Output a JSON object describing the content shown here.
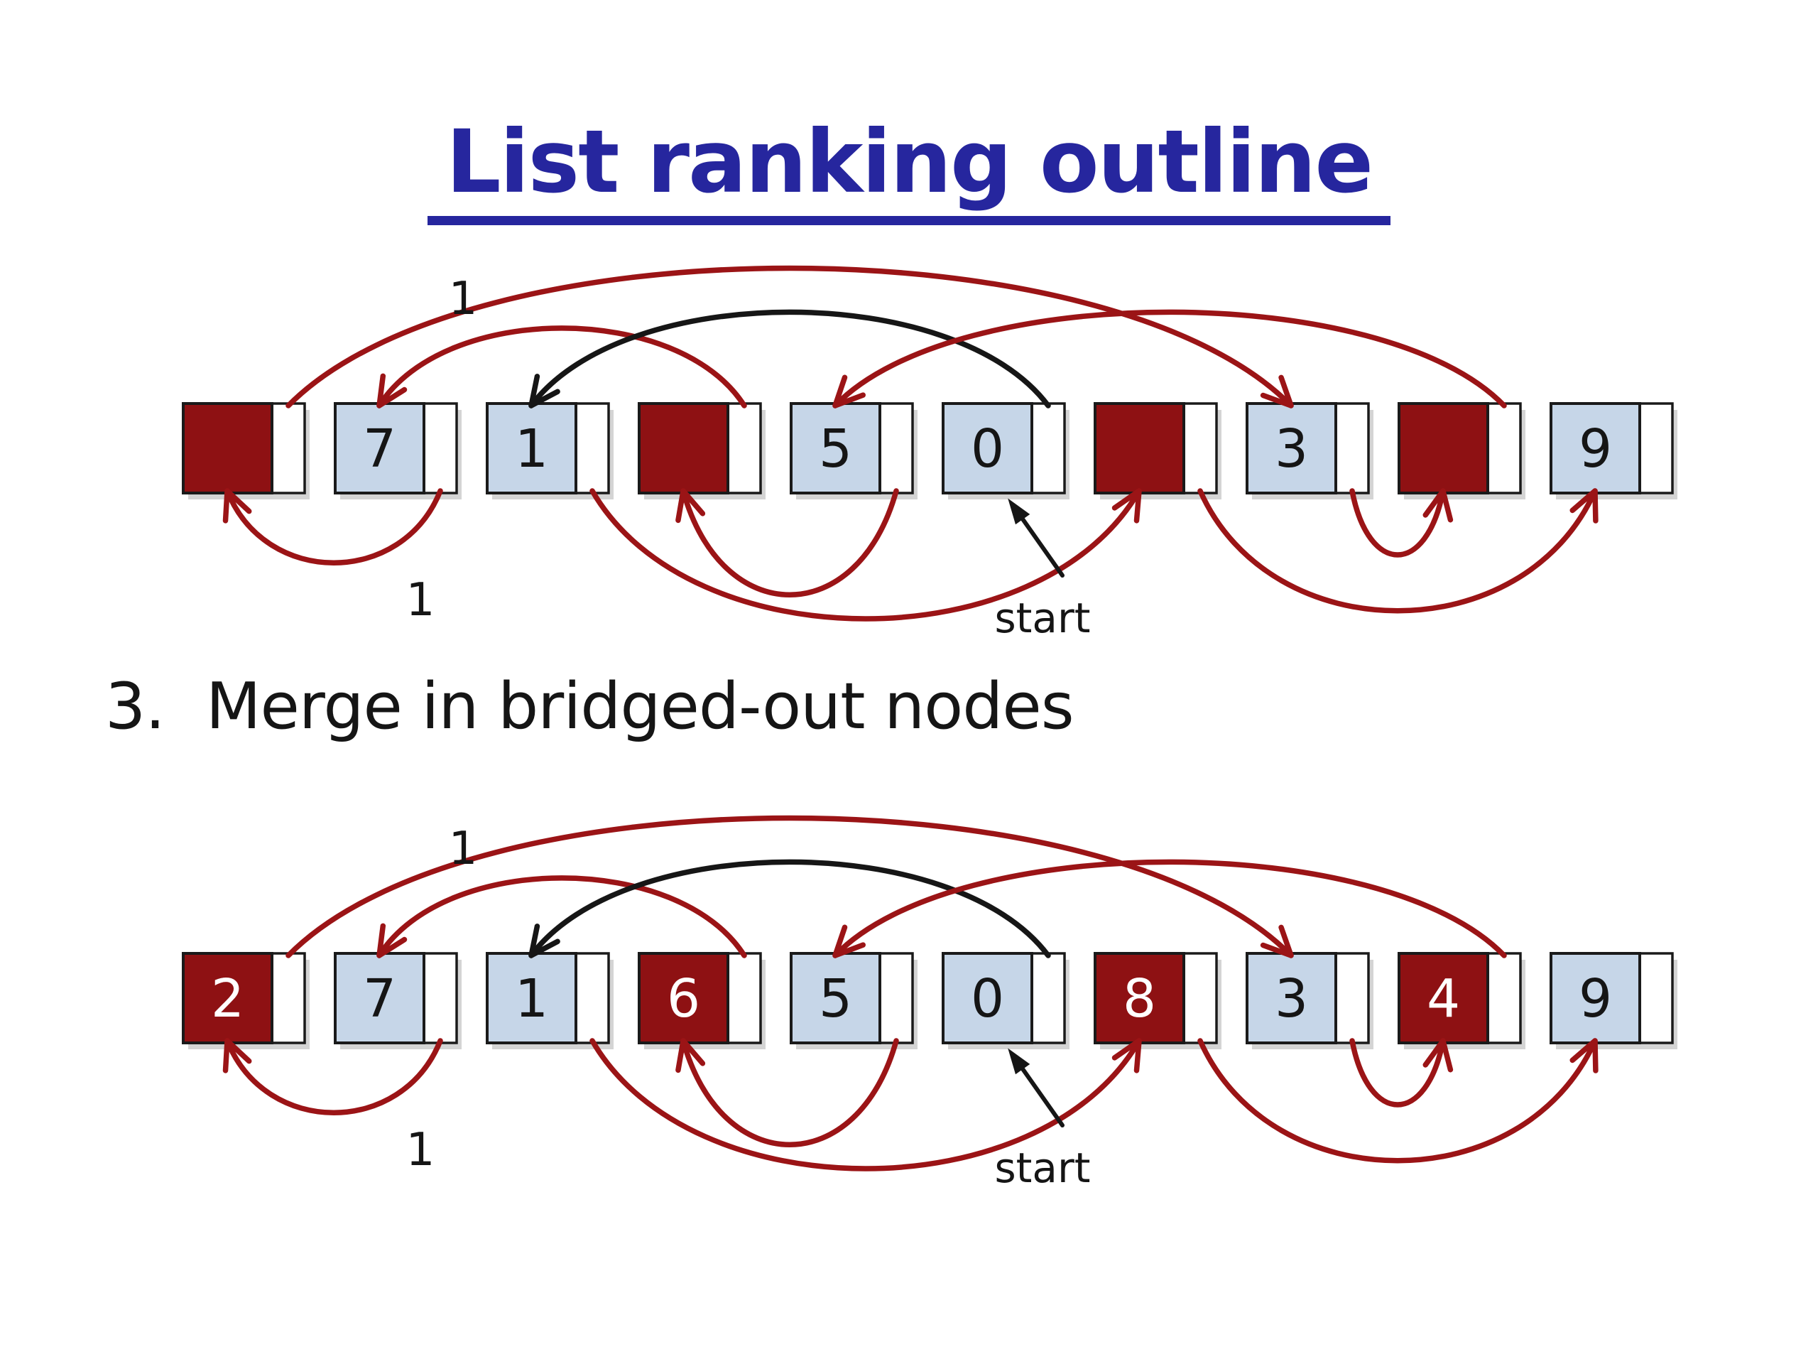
{
  "title": {
    "text": "List ranking outline"
  },
  "step": {
    "number": "3.",
    "text": "Merge in bridged-out nodes"
  },
  "colors": {
    "title_blue": "#26269e",
    "node_dark_fill": "#8e1113",
    "node_light_fill": "#c6d6e8",
    "node_pointer_fill": "#ffffff",
    "node_border": "#1a1a1a",
    "arc_red": "#9b1416",
    "arc_black": "#161616",
    "digit_dark_node": "#ffffff",
    "digit_light_node": "#151515",
    "label_black": "#151515",
    "shadow_gray": "#b0b0b0"
  },
  "list_rows": [
    {
      "name": "list-after-bridging-out",
      "nodes": [
        {
          "value": "",
          "bridged": true
        },
        {
          "value": "7",
          "bridged": false
        },
        {
          "value": "1",
          "bridged": false
        },
        {
          "value": "",
          "bridged": true
        },
        {
          "value": "5",
          "bridged": false
        },
        {
          "value": "0",
          "bridged": false
        },
        {
          "value": "",
          "bridged": true
        },
        {
          "value": "3",
          "bridged": false
        },
        {
          "value": "",
          "bridged": true
        },
        {
          "value": "9",
          "bridged": false
        }
      ],
      "labels": {
        "top_weight": "1",
        "bottom_weight": "1",
        "start": "start"
      }
    },
    {
      "name": "list-after-merge",
      "nodes": [
        {
          "value": "2",
          "bridged": true
        },
        {
          "value": "7",
          "bridged": false
        },
        {
          "value": "1",
          "bridged": false
        },
        {
          "value": "6",
          "bridged": true
        },
        {
          "value": "5",
          "bridged": false
        },
        {
          "value": "0",
          "bridged": false
        },
        {
          "value": "8",
          "bridged": true
        },
        {
          "value": "3",
          "bridged": false
        },
        {
          "value": "4",
          "bridged": true
        },
        {
          "value": "9",
          "bridged": false
        }
      ],
      "labels": {
        "top_weight": "1",
        "bottom_weight": "1",
        "start": "start"
      }
    }
  ],
  "pointer_arcs": [
    {
      "side": "top",
      "color": "red",
      "from": 0,
      "to": 7,
      "size": 170
    },
    {
      "side": "top",
      "color": "red",
      "from": 3,
      "to": 1,
      "size": 95
    },
    {
      "side": "top",
      "color": "black",
      "from": 5,
      "to": 2,
      "size": 115
    },
    {
      "side": "top",
      "color": "red",
      "from": 8,
      "to": 4,
      "size": 115
    },
    {
      "side": "bottom",
      "color": "red",
      "from": 1,
      "to": 0,
      "size": 90
    },
    {
      "side": "bottom",
      "color": "red",
      "from": 2,
      "to": 6,
      "size": 160
    },
    {
      "side": "bottom",
      "color": "red",
      "from": 4,
      "to": 3,
      "size": 130
    },
    {
      "side": "bottom",
      "color": "red",
      "from": 6,
      "to": 9,
      "size": 150
    },
    {
      "side": "bottom",
      "color": "red",
      "from": 7,
      "to": 8,
      "size": 80
    }
  ],
  "start_pointer": {
    "label": "start",
    "points_to_value": "0"
  }
}
